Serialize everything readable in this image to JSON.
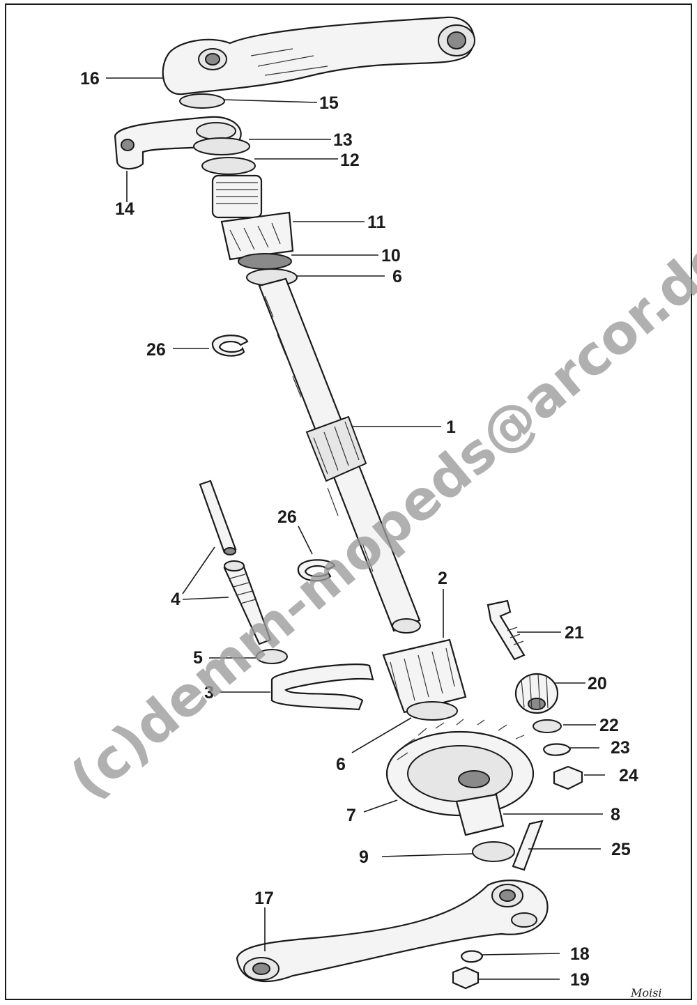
{
  "watermark": "(c)demm-mopeds@arcor.de",
  "signature": "Moisi",
  "callouts": [
    {
      "id": "16",
      "label": "16"
    },
    {
      "id": "15",
      "label": "15"
    },
    {
      "id": "13",
      "label": "13"
    },
    {
      "id": "12",
      "label": "12"
    },
    {
      "id": "14",
      "label": "14"
    },
    {
      "id": "11",
      "label": "11"
    },
    {
      "id": "10",
      "label": "10"
    },
    {
      "id": "6a",
      "label": "6"
    },
    {
      "id": "26a",
      "label": "26"
    },
    {
      "id": "1",
      "label": "1"
    },
    {
      "id": "26b",
      "label": "26"
    },
    {
      "id": "4",
      "label": "4"
    },
    {
      "id": "2",
      "label": "2"
    },
    {
      "id": "21",
      "label": "21"
    },
    {
      "id": "5",
      "label": "5"
    },
    {
      "id": "3",
      "label": "3"
    },
    {
      "id": "20",
      "label": "20"
    },
    {
      "id": "22",
      "label": "22"
    },
    {
      "id": "6b",
      "label": "6"
    },
    {
      "id": "23",
      "label": "23"
    },
    {
      "id": "24",
      "label": "24"
    },
    {
      "id": "7",
      "label": "7"
    },
    {
      "id": "8",
      "label": "8"
    },
    {
      "id": "9",
      "label": "9"
    },
    {
      "id": "25",
      "label": "25"
    },
    {
      "id": "17",
      "label": "17"
    },
    {
      "id": "18",
      "label": "18"
    },
    {
      "id": "19",
      "label": "19"
    }
  ]
}
